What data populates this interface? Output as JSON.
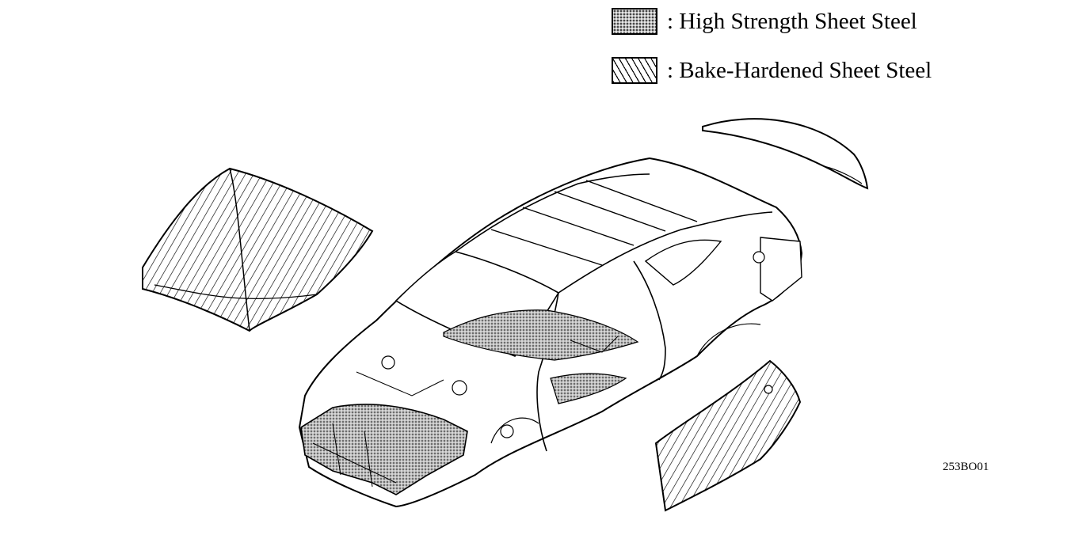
{
  "legend": {
    "items": [
      {
        "label": ": High Strength Sheet Steel"
      },
      {
        "label": ": Bake-Hardened Sheet Steel"
      }
    ]
  },
  "figure_code": "253BO01"
}
